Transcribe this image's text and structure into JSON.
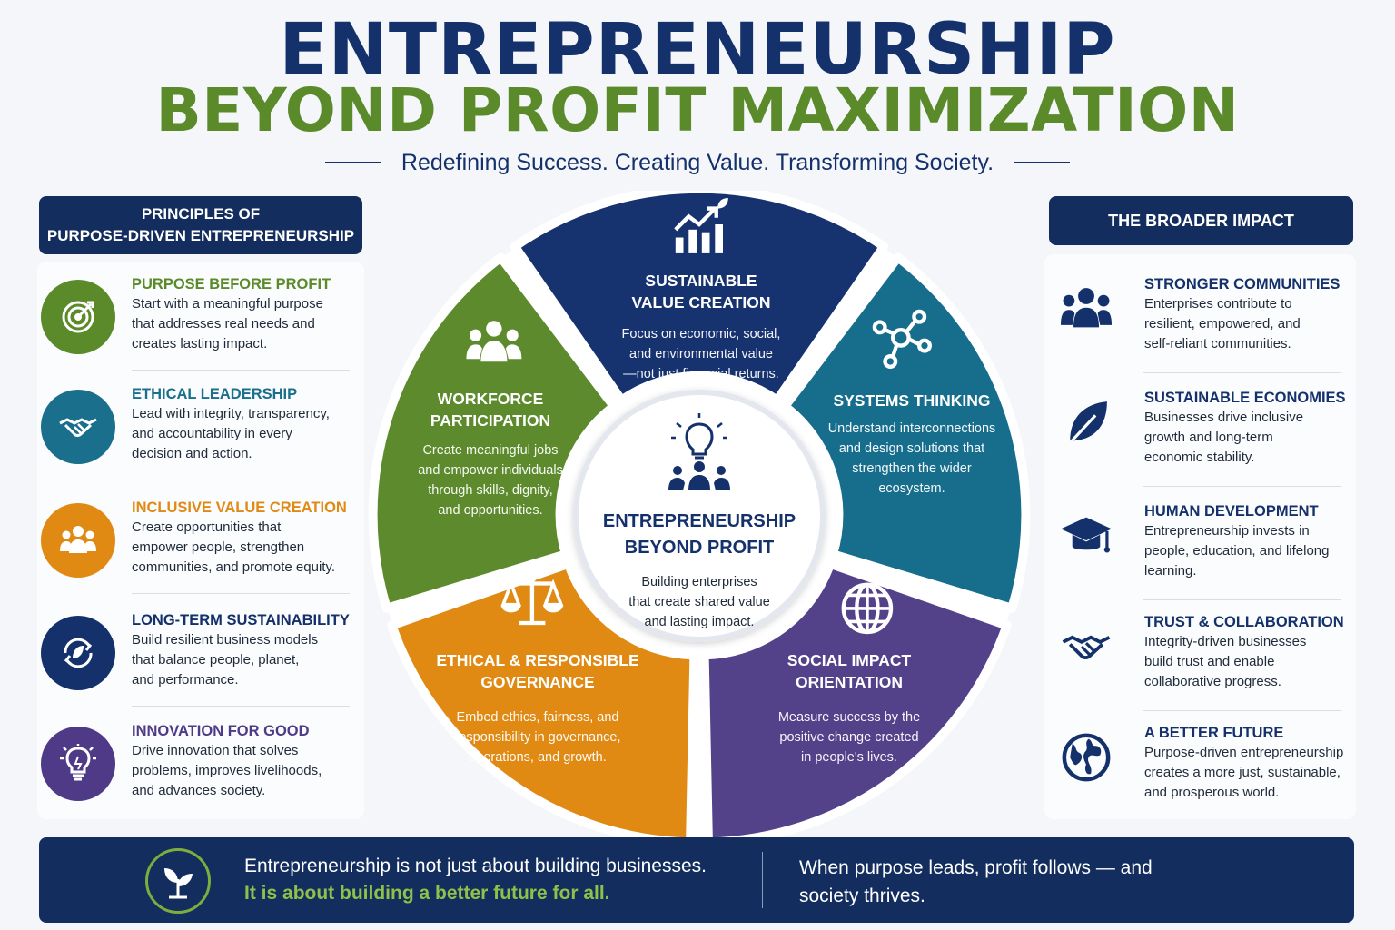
{
  "header": {
    "title_line1": "ENTREPRENEURSHIP",
    "title_line2": "BEYOND PROFIT MAXIMIZATION",
    "tagline": "Redefining Success. Creating Value. Transforming Society."
  },
  "principles": {
    "header_line1": "PRINCIPLES OF",
    "header_line2": "PURPOSE-DRIVEN ENTREPRENEURSHIP",
    "items": [
      {
        "title": "PURPOSE BEFORE PROFIT",
        "desc_lines": [
          "Start with a meaningful purpose",
          "that addresses real needs and",
          "creates lasting impact."
        ],
        "color": "#5a8a2a",
        "icon": "target-icon"
      },
      {
        "title": "ETHICAL LEADERSHIP",
        "desc_lines": [
          "Lead with integrity, transparency,",
          "and accountability in every",
          "decision and action."
        ],
        "color": "#1a6f8c",
        "icon": "handshake-icon"
      },
      {
        "title": "INCLUSIVE VALUE CREATION",
        "desc_lines": [
          "Create opportunities that",
          "empower people, strengthen",
          "communities, and promote equity."
        ],
        "color": "#e08a14",
        "icon": "people-icon"
      },
      {
        "title": "LONG-TERM SUSTAINABILITY",
        "desc_lines": [
          "Build resilient business models",
          "that balance people, planet,",
          "and performance."
        ],
        "color": "#14316b",
        "icon": "leaf-cycle-icon"
      },
      {
        "title": "INNOVATION FOR GOOD",
        "desc_lines": [
          "Drive innovation that solves",
          "problems, improves livelihoods,",
          "and advances society."
        ],
        "color": "#4f3a88",
        "icon": "lightbulb-icon"
      }
    ]
  },
  "wheel": {
    "center": {
      "title_line1": "ENTREPRENEURSHIP",
      "title_line2": "BEYOND PROFIT",
      "desc_lines": [
        "Building enterprises",
        "that create shared value",
        "and lasting impact."
      ]
    },
    "segments": [
      {
        "title_lines": [
          "SUSTAINABLE",
          "VALUE CREATION"
        ],
        "desc_lines": [
          "Focus on economic, social,",
          "and environmental value",
          "—not just financial returns."
        ],
        "color": "#16336f",
        "icon": "growth-chart-icon"
      },
      {
        "title_lines": [
          "SYSTEMS THINKING"
        ],
        "desc_lines": [
          "Understand interconnections",
          "and design solutions that",
          "strengthen the wider",
          "ecosystem."
        ],
        "color": "#166d8c",
        "icon": "network-icon"
      },
      {
        "title_lines": [
          "SOCIAL IMPACT",
          "ORIENTATION"
        ],
        "desc_lines": [
          "Measure success by the",
          "positive change created",
          "in people's lives."
        ],
        "color": "#53418a",
        "icon": "globe-icon"
      },
      {
        "title_lines": [
          "ETHICAL & RESPONSIBLE",
          "GOVERNANCE"
        ],
        "desc_lines": [
          "Embed ethics, fairness, and",
          "responsibility in governance,",
          "operations, and growth."
        ],
        "color": "#e08a14",
        "icon": "scales-icon"
      },
      {
        "title_lines": [
          "WORKFORCE",
          "PARTICIPATION"
        ],
        "desc_lines": [
          "Create meaningful jobs",
          "and empower individuals",
          "through skills, dignity,",
          "and opportunities."
        ],
        "color": "#5c8a2c",
        "icon": "team-icon"
      }
    ]
  },
  "impact": {
    "header": "THE BROADER IMPACT",
    "items": [
      {
        "title": "STRONGER COMMUNITIES",
        "desc_lines": [
          "Enterprises contribute to",
          "resilient, empowered, and",
          "self-reliant communities."
        ],
        "icon": "community-icon"
      },
      {
        "title": "SUSTAINABLE ECONOMIES",
        "desc_lines": [
          "Businesses drive inclusive",
          "growth and long-term",
          "economic stability."
        ],
        "icon": "leaf-icon"
      },
      {
        "title": "HUMAN DEVELOPMENT",
        "desc_lines": [
          "Entrepreneurship invests in",
          "people, education, and lifelong",
          "learning."
        ],
        "icon": "graduation-cap-icon"
      },
      {
        "title": "TRUST & COLLABORATION",
        "desc_lines": [
          "Integrity-driven businesses",
          "build trust and enable",
          "collaborative progress."
        ],
        "icon": "handshake-icon"
      },
      {
        "title": "A BETTER FUTURE",
        "desc_lines": [
          "Purpose-driven entrepreneurship",
          "creates a more just, sustainable,",
          "and prosperous world."
        ],
        "icon": "earth-icon"
      }
    ]
  },
  "footer": {
    "line1": "Entrepreneurship is not just about building businesses.",
    "line2": "It is about building a better future for all.",
    "right_lines": [
      "When purpose leads, profit follows — and",
      "society thrives."
    ],
    "icon": "sprout-icon"
  },
  "colors": {
    "navy": "#14316b",
    "green": "#5a8a2a",
    "teal": "#1a6f8c",
    "orange": "#e08a14",
    "purple": "#4f3a88"
  }
}
